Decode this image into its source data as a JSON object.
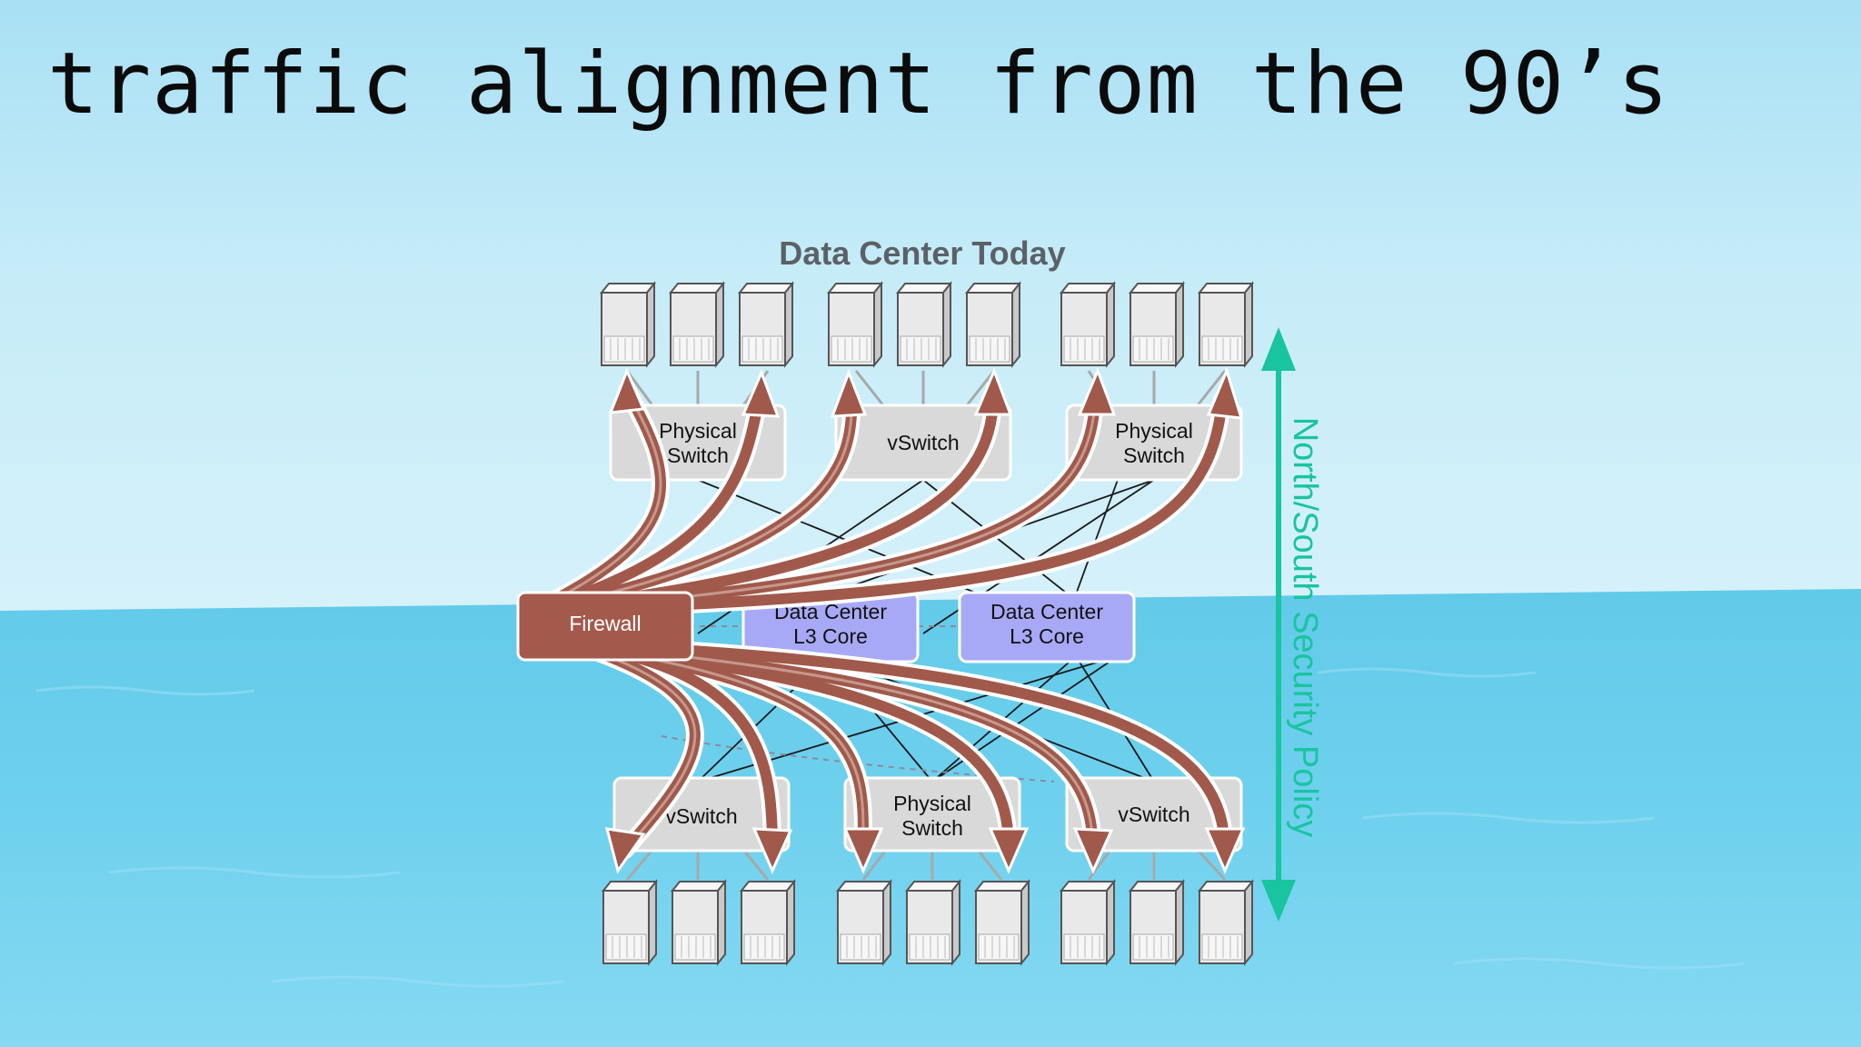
{
  "slide": {
    "title": "traffic alignment from the 90’s",
    "diagram_title": "Data Center Today"
  },
  "nodes": {
    "top_switches": [
      {
        "lines": [
          "Physical",
          "Switch"
        ]
      },
      {
        "lines": [
          "vSwitch"
        ]
      },
      {
        "lines": [
          "Physical",
          "Switch"
        ]
      }
    ],
    "bottom_switches": [
      {
        "lines": [
          "vSwitch"
        ]
      },
      {
        "lines": [
          "Physical",
          "Switch"
        ]
      },
      {
        "lines": [
          "vSwitch"
        ]
      }
    ],
    "firewall": {
      "label": "Firewall"
    },
    "cores": [
      {
        "lines": [
          "Data Center",
          "L3 Core"
        ]
      },
      {
        "lines": [
          "Data Center",
          "L3 Core"
        ]
      }
    ],
    "policy_label": "North/South Security Policy"
  },
  "colors": {
    "sky_top": "#b9e6f6",
    "sea": "#6cd0ee",
    "firewall": "#a35a4c",
    "flow_arrow": "#a0594b",
    "core": "#a8a9f6",
    "switch": "#d9d9d9",
    "policy": "#19c4a0"
  },
  "icons": {
    "server": "server-tower-icon",
    "policy_arrow": "double-headed-vertical-arrow-icon"
  }
}
